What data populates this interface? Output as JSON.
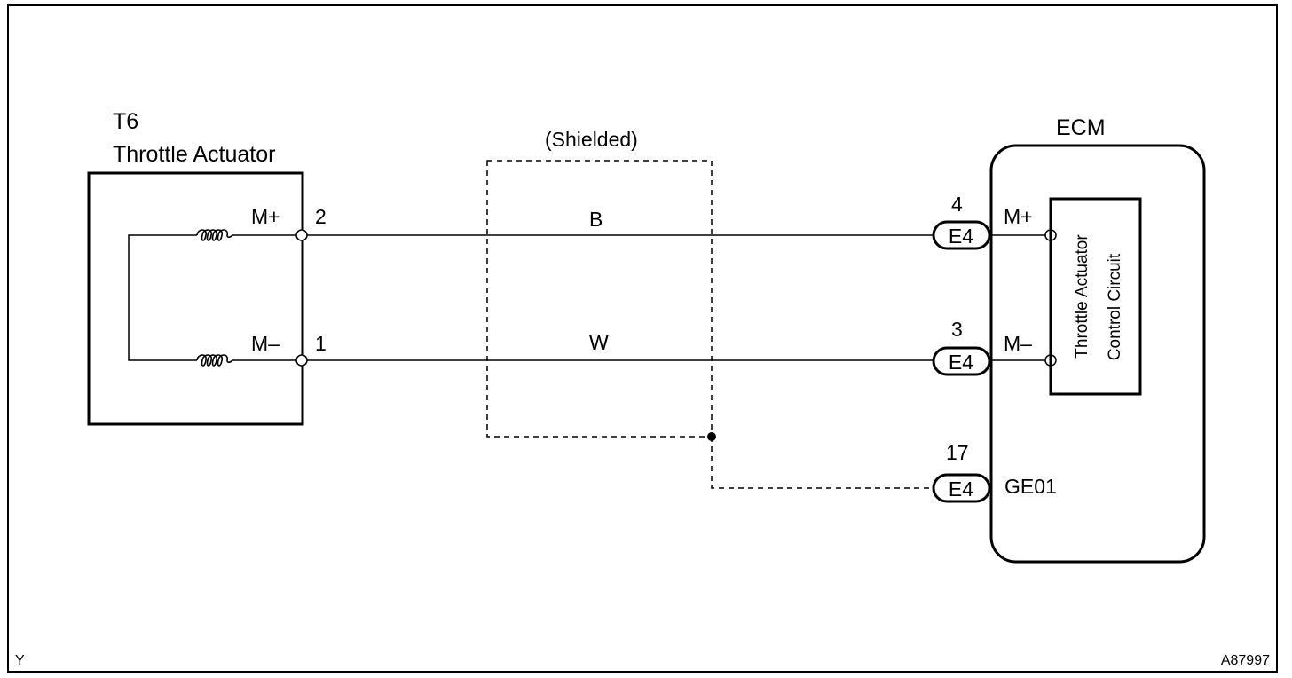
{
  "actuator": {
    "code": "T6",
    "name": "Throttle Actuator",
    "pins": [
      {
        "number": "2",
        "label": "M+"
      },
      {
        "number": "1",
        "label": "M–"
      }
    ]
  },
  "harness": {
    "shield_label": "(Shielded)",
    "wires": [
      {
        "color": "B"
      },
      {
        "color": "W"
      }
    ]
  },
  "ecm": {
    "title": "ECM",
    "circuit_line1": "Throttle Actuator",
    "circuit_line2": "Control Circuit",
    "terminals": [
      {
        "pin": "4",
        "connector": "E4",
        "label": "M+"
      },
      {
        "pin": "3",
        "connector": "E4",
        "label": "M–"
      },
      {
        "pin": "17",
        "connector": "E4",
        "label": "GE01"
      }
    ]
  },
  "footer": {
    "left_code": "Y",
    "figure_id": "A87997"
  }
}
